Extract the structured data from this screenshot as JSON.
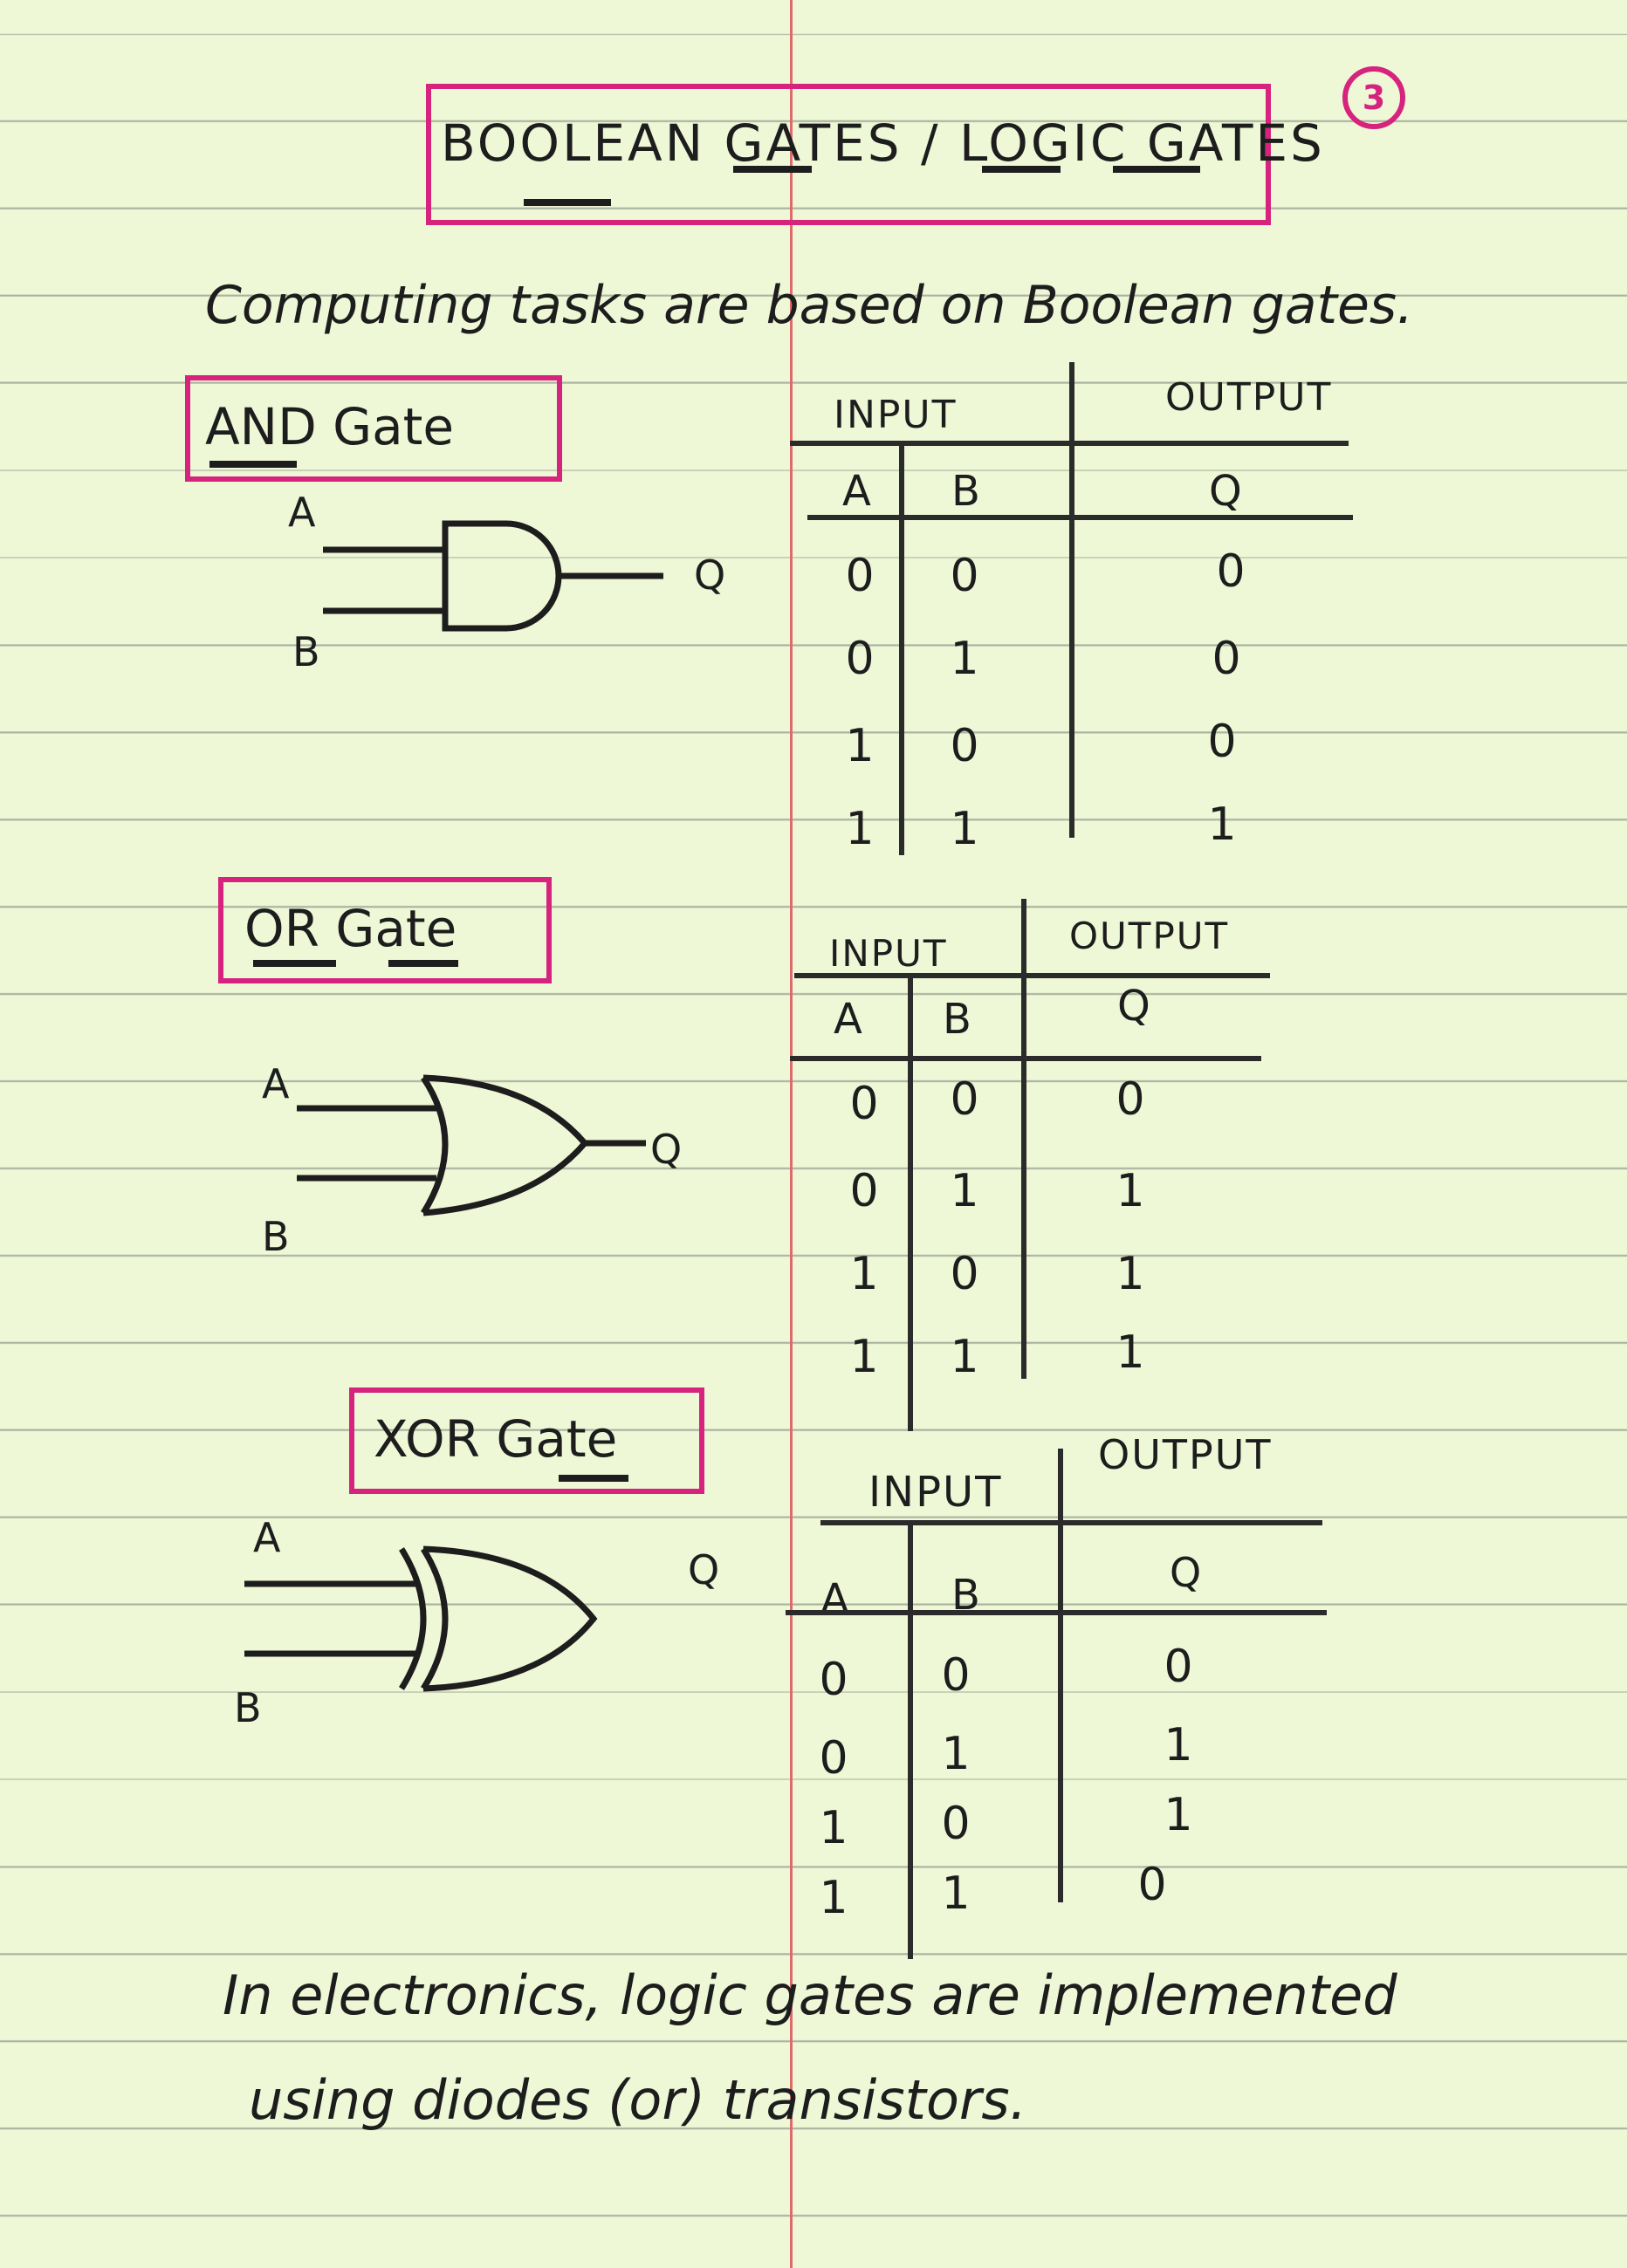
{
  "page": {
    "number": "3"
  },
  "heading": {
    "title": "BOOLEAN GATES / LOGIC GATES"
  },
  "intro": "Computing tasks are based on Boolean gates.",
  "gates": [
    {
      "name": "AND Gate",
      "labels": {
        "a": "A",
        "b": "B",
        "q": "Q"
      },
      "table": {
        "input_header": "INPUT",
        "output_header": "OUTPUT",
        "col_a": "A",
        "col_b": "B",
        "col_q": "Q",
        "rows": [
          [
            "0",
            "0",
            "0"
          ],
          [
            "0",
            "1",
            "0"
          ],
          [
            "1",
            "0",
            "0"
          ],
          [
            "1",
            "1",
            "1"
          ]
        ]
      }
    },
    {
      "name": "OR Gate",
      "labels": {
        "a": "A",
        "b": "B",
        "q": "Q"
      },
      "table": {
        "input_header": "INPUT",
        "output_header": "OUTPUT",
        "col_a": "A",
        "col_b": "B",
        "col_q": "Q",
        "rows": [
          [
            "0",
            "0",
            "0"
          ],
          [
            "0",
            "1",
            "1"
          ],
          [
            "1",
            "0",
            "1"
          ],
          [
            "1",
            "1",
            "1"
          ]
        ]
      }
    },
    {
      "name": "XOR Gate",
      "labels": {
        "a": "A",
        "b": "B",
        "q": "Q"
      },
      "table": {
        "input_header": "INPUT",
        "output_header": "OUTPUT",
        "col_a": "A",
        "col_b": "B",
        "col_q": "Q",
        "rows": [
          [
            "0",
            "0",
            "0"
          ],
          [
            "0",
            "1",
            "1"
          ],
          [
            "1",
            "0",
            "1"
          ],
          [
            "1",
            "1",
            "0"
          ]
        ]
      }
    }
  ],
  "footer": {
    "line1": "In electronics, logic gates are implemented",
    "line2": "using diodes (or) transistors."
  },
  "colors": {
    "ink": "#1d1d1d",
    "highlight": "#d6237e",
    "paper": "#eef7d6",
    "margin_line": "#e06a6a"
  }
}
